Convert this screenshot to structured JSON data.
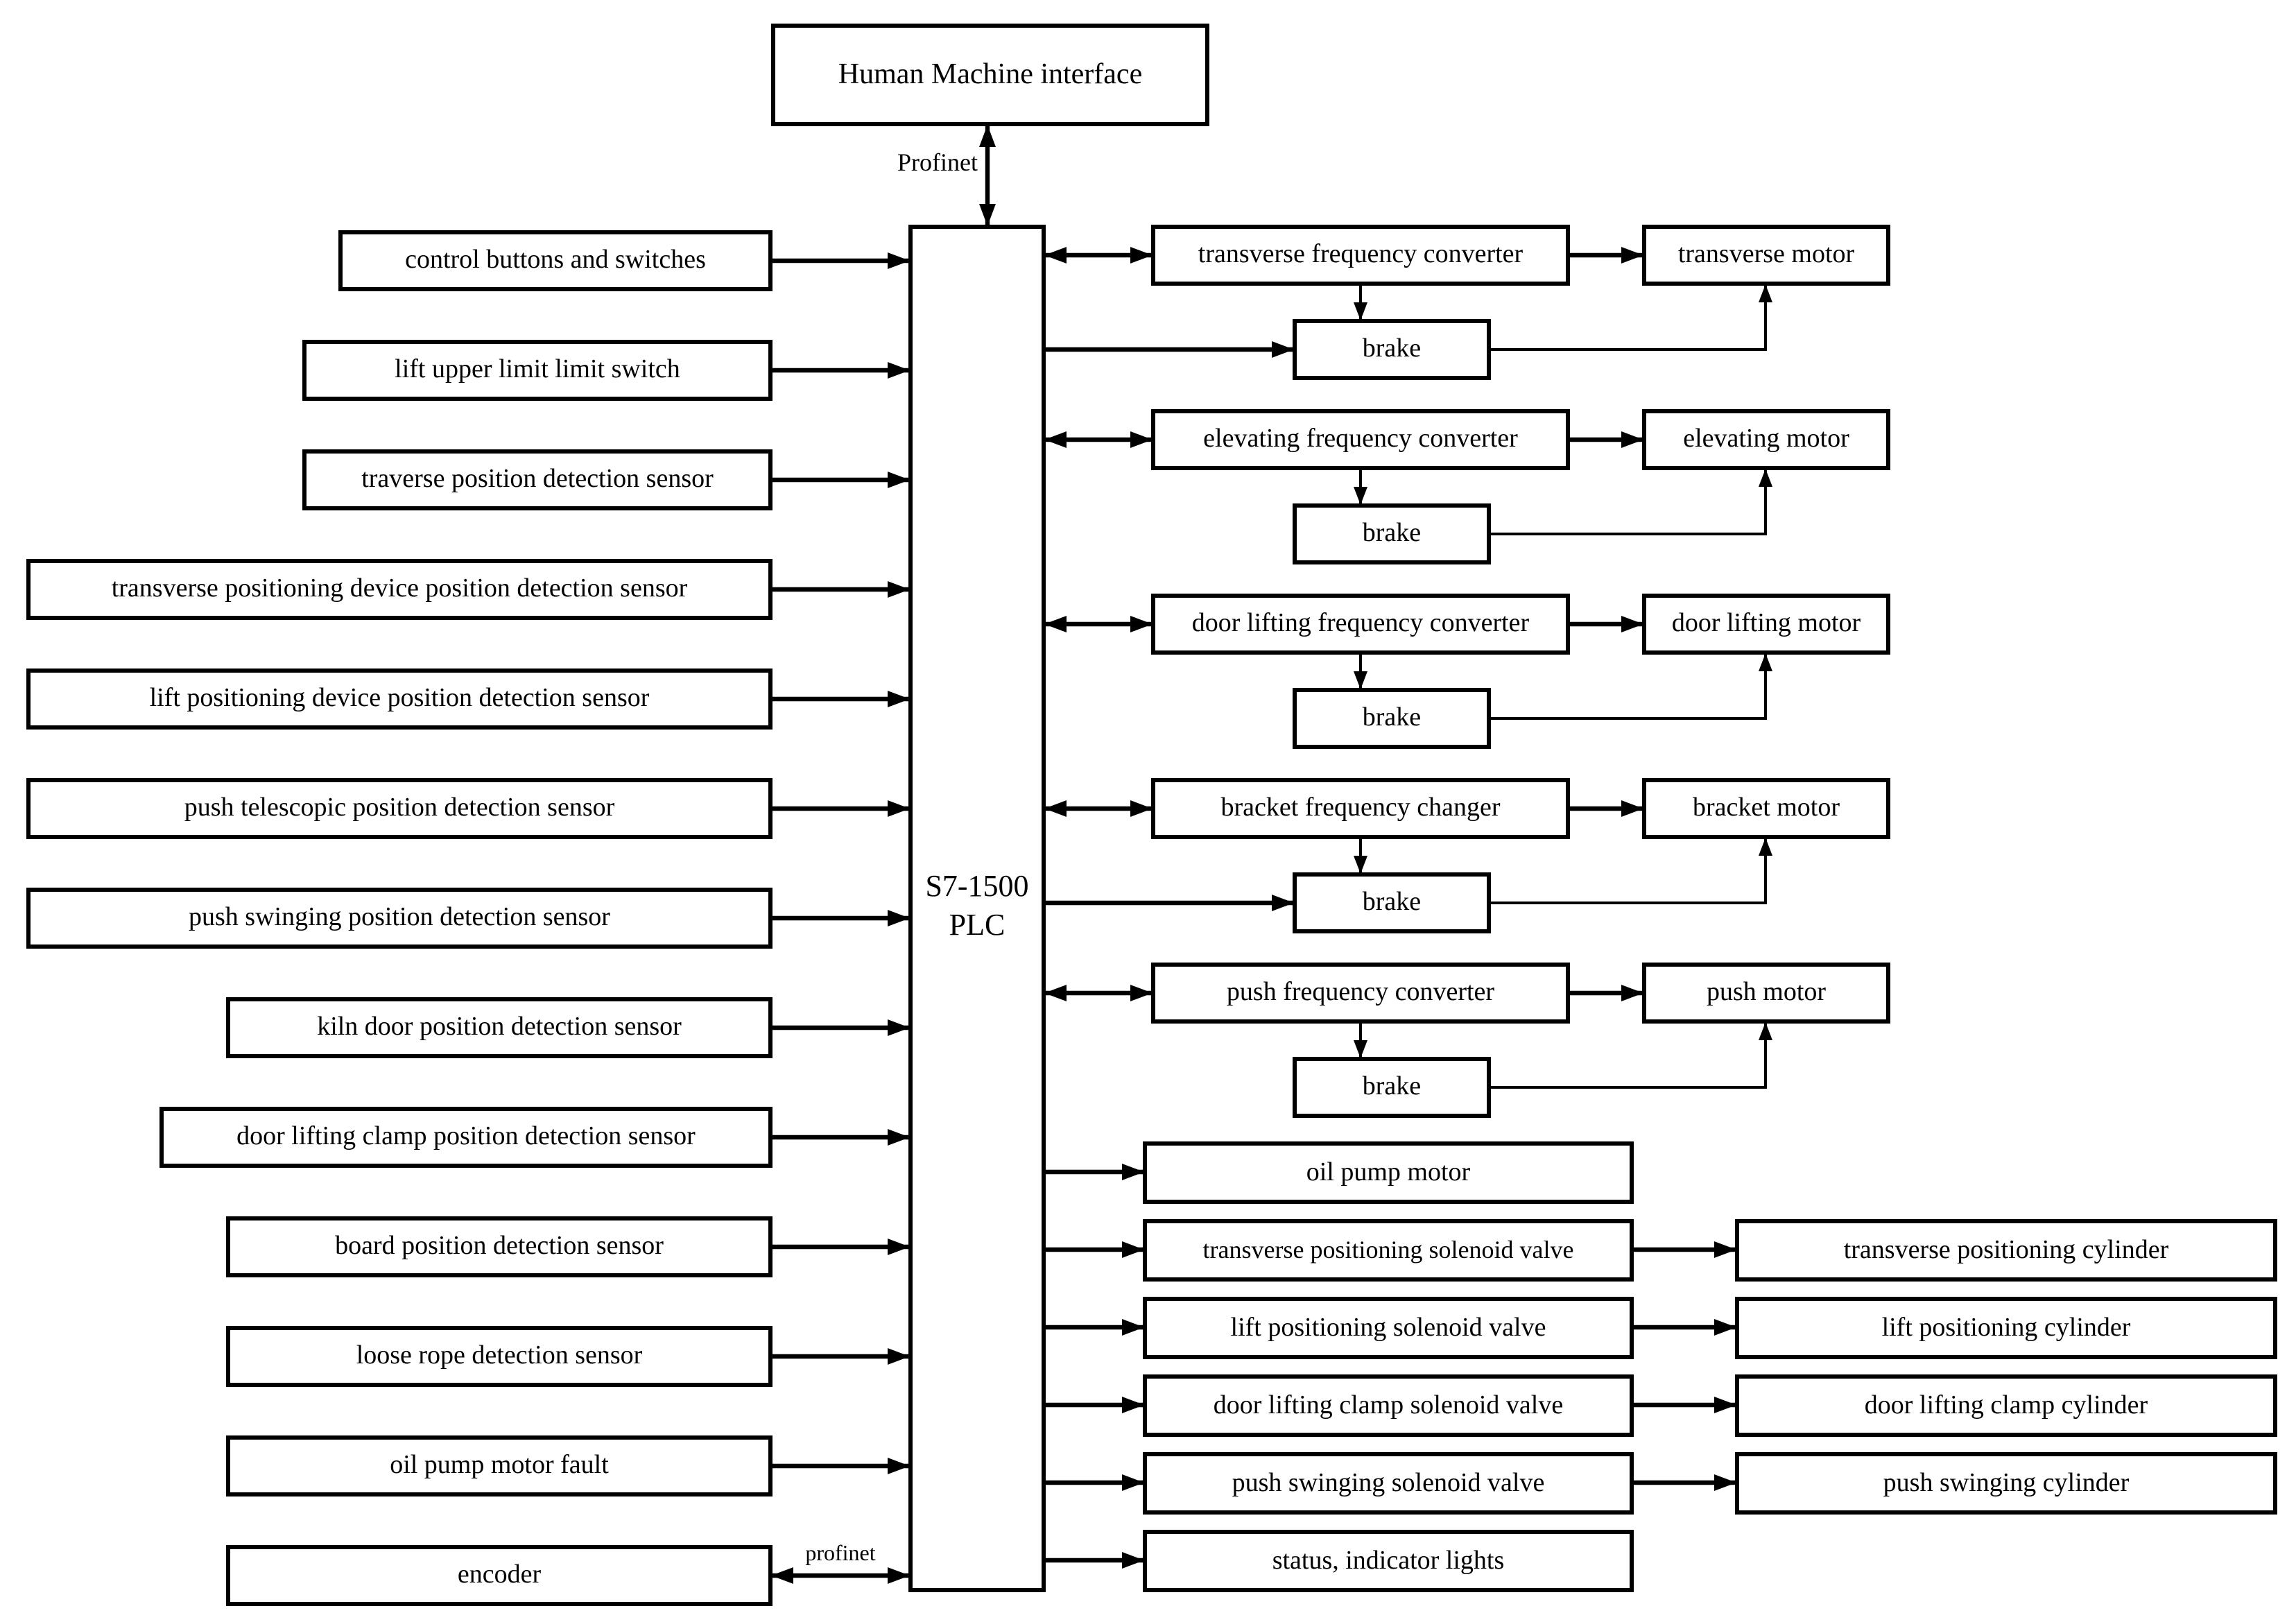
{
  "diagram": {
    "hmi_label": "Human Machine interface",
    "plc_label_line1": "S7-1500",
    "plc_label_line2": "PLC",
    "profinet_top_label": "Profinet",
    "profinet_bottom_label": "profinet",
    "inputs": [
      "control buttons and switches",
      "lift upper limit limit switch",
      "traverse position detection sensor",
      "transverse positioning device position detection sensor",
      "lift positioning device position detection sensor",
      "push telescopic position detection sensor",
      "push swinging position detection sensor",
      "kiln door position detection sensor",
      "door lifting clamp position detection sensor",
      "board position detection sensor",
      "loose rope detection sensor",
      "oil pump motor fault",
      "encoder"
    ],
    "drives": [
      {
        "converter": "transverse frequency converter",
        "motor": "transverse motor",
        "brake": "brake"
      },
      {
        "converter": "elevating frequency converter",
        "motor": "elevating motor",
        "brake": "brake"
      },
      {
        "converter": "door lifting frequency converter",
        "motor": "door lifting motor",
        "brake": "brake"
      },
      {
        "converter": "bracket frequency changer",
        "motor": "bracket motor",
        "brake": "brake"
      },
      {
        "converter": "push frequency converter",
        "motor": "push motor",
        "brake": "brake"
      }
    ],
    "outputs": [
      {
        "device": "oil pump motor"
      },
      {
        "device": "transverse positioning solenoid valve",
        "cylinder": "transverse positioning cylinder"
      },
      {
        "device": "lift positioning solenoid valve",
        "cylinder": "lift positioning cylinder"
      },
      {
        "device": "door lifting clamp solenoid valve",
        "cylinder": "door lifting clamp cylinder"
      },
      {
        "device": "push swinging solenoid valve",
        "cylinder": "push swinging cylinder"
      },
      {
        "device": "status, indicator lights"
      }
    ],
    "colors": {
      "line": "#000000",
      "background": "#ffffff",
      "box_fill": "#ffffff"
    }
  }
}
